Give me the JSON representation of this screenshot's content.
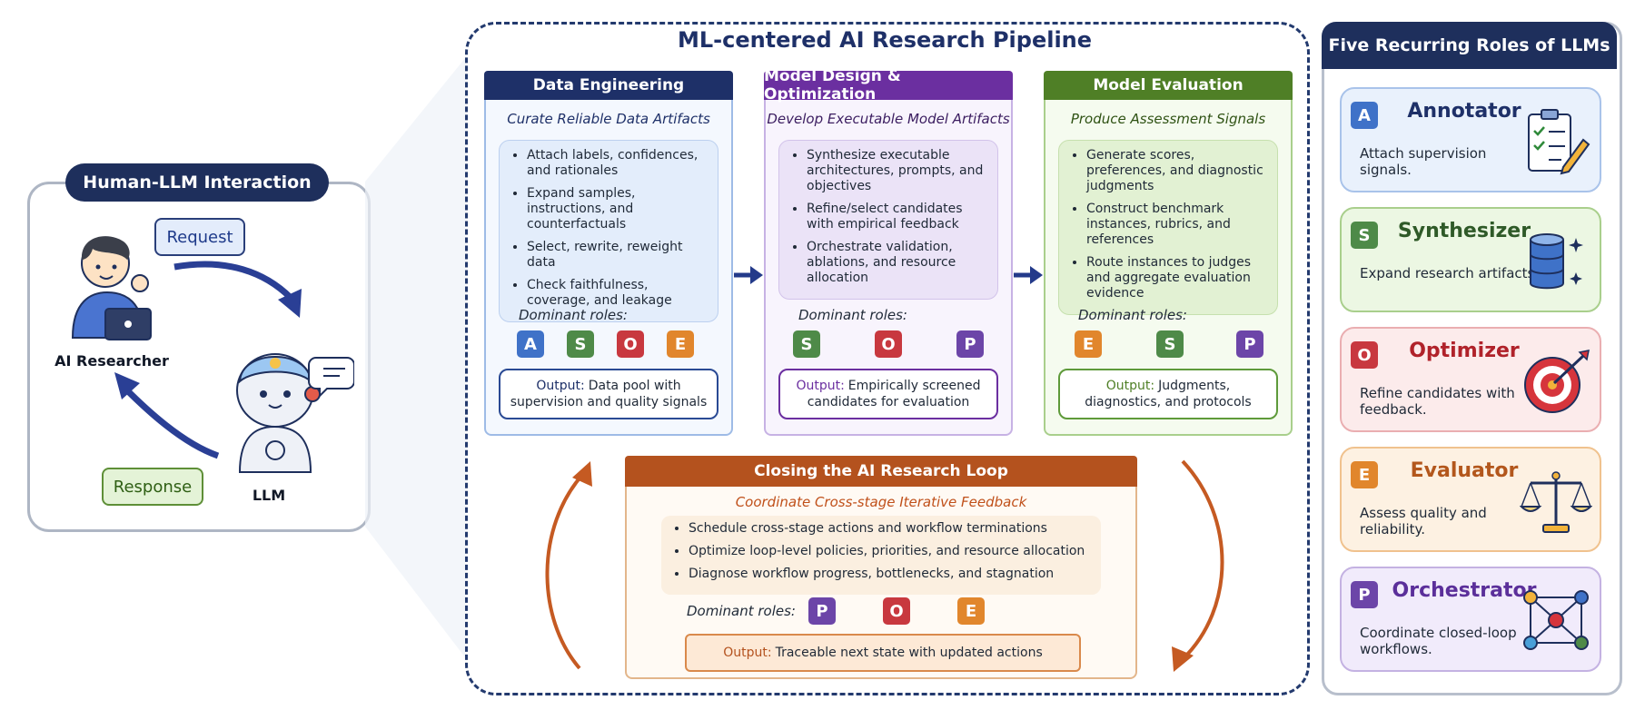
{
  "colors": {
    "navy": "#1e2f5c",
    "data_engineering": "#1e3068",
    "model_design": "#6b2fa0",
    "model_evaluation": "#4f7f26",
    "loop": "#b4521e",
    "role_A": "#3f72c8",
    "role_S": "#4e8a48",
    "role_O": "#c8383f",
    "role_E": "#e1862c",
    "role_P": "#6c45a8"
  },
  "human_llm": {
    "title": "Human-LLM Interaction",
    "request": "Request",
    "response": "Response",
    "researcher_label": "AI Researcher",
    "llm_label": "LLM"
  },
  "pipeline": {
    "title": "ML-centered AI Research Pipeline",
    "dominant_label": "Dominant roles:",
    "output_label": "Output:",
    "stages": [
      {
        "title": "Data Engineering",
        "subtitle": "Curate Reliable Data Artifacts",
        "bullets": [
          "Attach labels, confidences, and rationales",
          "Expand samples, instructions, and counterfactuals",
          "Select, rewrite, reweight data",
          "Check faithfulness, coverage, and leakage"
        ],
        "roles": [
          "A",
          "S",
          "O",
          "E"
        ],
        "output": "Data pool with supervision and quality signals"
      },
      {
        "title": "Model Design & Optimization",
        "subtitle": "Develop Executable Model Artifacts",
        "bullets": [
          "Synthesize executable architectures, prompts, and objectives",
          "Refine/select candidates with empirical feedback",
          "Orchestrate validation, ablations, and resource allocation"
        ],
        "roles": [
          "S",
          "O",
          "P"
        ],
        "output": "Empirically screened candidates for evaluation"
      },
      {
        "title": "Model Evaluation",
        "subtitle": "Produce Assessment Signals",
        "bullets": [
          "Generate scores, preferences, and diagnostic judgments",
          "Construct benchmark instances, rubrics, and references",
          "Route instances to judges and aggregate evaluation evidence"
        ],
        "roles": [
          "E",
          "S",
          "P"
        ],
        "output": "Judgments, diagnostics, and protocols"
      }
    ],
    "loop": {
      "title": "Closing the AI Research Loop",
      "subtitle": "Coordinate Cross-stage Iterative Feedback",
      "bullets": [
        "Schedule cross-stage actions and workflow terminations",
        "Optimize loop-level policies, priorities, and resource allocation",
        "Diagnose workflow progress, bottlenecks, and stagnation"
      ],
      "roles": [
        "P",
        "O",
        "E"
      ],
      "output": "Traceable next state with updated actions"
    }
  },
  "roles_panel": {
    "title": "Five Recurring Roles of LLMs",
    "roles": [
      {
        "letter": "A",
        "name": "Annotator",
        "desc": "Attach supervision signals.",
        "icon": "clipboard-checklist-icon"
      },
      {
        "letter": "S",
        "name": "Synthesizer",
        "desc": "Expand research artifacts.",
        "icon": "database-sparkle-icon"
      },
      {
        "letter": "O",
        "name": "Optimizer",
        "desc": "Refine candidates with feedback.",
        "icon": "target-arrow-icon"
      },
      {
        "letter": "E",
        "name": "Evaluator",
        "desc": "Assess quality and reliability.",
        "icon": "balance-scale-icon"
      },
      {
        "letter": "P",
        "name": "Orchestrator",
        "desc": "Coordinate closed-loop workflows.",
        "icon": "network-graph-icon"
      }
    ]
  }
}
